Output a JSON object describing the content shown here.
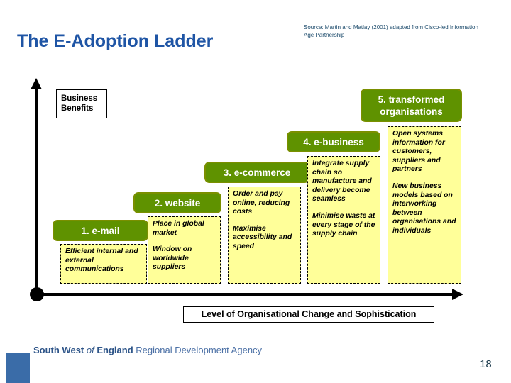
{
  "slide": {
    "title": "The E-Adoption Ladder",
    "source": "Source: Martin and Matlay (2001) adapted from Cisco-led Information Age Partnership",
    "page_number": "18",
    "accent_color": "#1f55a5",
    "step_color": "#5f9200",
    "detail_color": "#ffff99"
  },
  "axes": {
    "y_label": "Business Benefits",
    "x_label": "Level of Organisational Change and Sophistication"
  },
  "chart_data": {
    "type": "diagram",
    "title": "The E-Adoption Ladder",
    "xlabel": "Level of Organisational Change and Sophistication",
    "ylabel": "Business Benefits",
    "categories": [
      "1. e-mail",
      "2. website",
      "3. e-commerce",
      "4. e-business",
      "5. transformed organisations"
    ],
    "values": [
      1,
      2,
      3,
      4,
      5
    ],
    "steps": [
      {
        "label": "1. e-mail",
        "benefits": [
          "Efficient internal and external communications"
        ]
      },
      {
        "label": "2. website",
        "benefits": [
          "Place in global market",
          "Window on worldwide suppliers"
        ]
      },
      {
        "label": "3. e-commerce",
        "benefits": [
          "Order and pay online, reducing costs",
          "Maximise accessibility and speed"
        ]
      },
      {
        "label": "4. e-business",
        "benefits": [
          "Integrate supply chain so manufacture and delivery become seamless",
          "Minimise waste at every stage of the supply chain"
        ]
      },
      {
        "label": "5. transformed organisations",
        "benefits": [
          "Open systems information for customers, suppliers and partners",
          "New business models based on interworking between organisations and individuals"
        ]
      }
    ]
  },
  "footer": {
    "logo_part1": "South West",
    "logo_part2": "of",
    "logo_part3": "England",
    "logo_part4": "Regional Development Agency"
  }
}
